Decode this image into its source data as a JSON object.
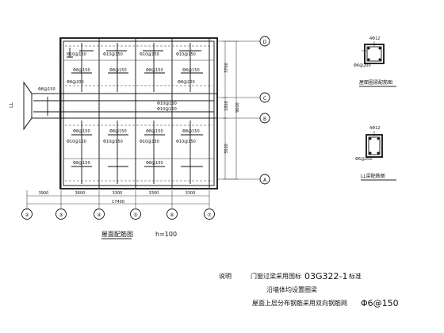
{
  "plan": {
    "title": "屋面配筋图",
    "thickness": "h=100",
    "axes_bottom": [
      "②",
      "③",
      "④",
      "⑤",
      "⑥",
      "⑦"
    ],
    "axes_right": [
      "D",
      "C",
      "B",
      "A"
    ],
    "span_dims": [
      "3900",
      "3600",
      "3300",
      "3300",
      "3300"
    ],
    "total_dim": "17400",
    "right_dims": [
      "3700",
      "1800",
      "3500"
    ],
    "right_total": "9000",
    "beam_label": "LL",
    "rebar_labels": [
      "Φ8@150",
      "Φ10@150",
      "Φ8@200"
    ]
  },
  "details": {
    "ring_beam_title": "屋面圈梁配筋图",
    "ll_title": "LL梁配筋图",
    "ring_beam_bars": "4Φ12",
    "ring_beam_stirrup": "Φ6@200",
    "ll_bars": "4Φ12",
    "ll_stirrup": "Φ6@200"
  },
  "notes": {
    "label": "说明",
    "line1_prefix": "门窗过梁采用国标",
    "line1_code": "03G322-1",
    "line1_suffix": "标准",
    "line2": "沿墙体均设置圈梁",
    "line3_prefix": "屋面上层分布钢筋采用双向钢筋网",
    "line3_code": "Φ6@150"
  }
}
